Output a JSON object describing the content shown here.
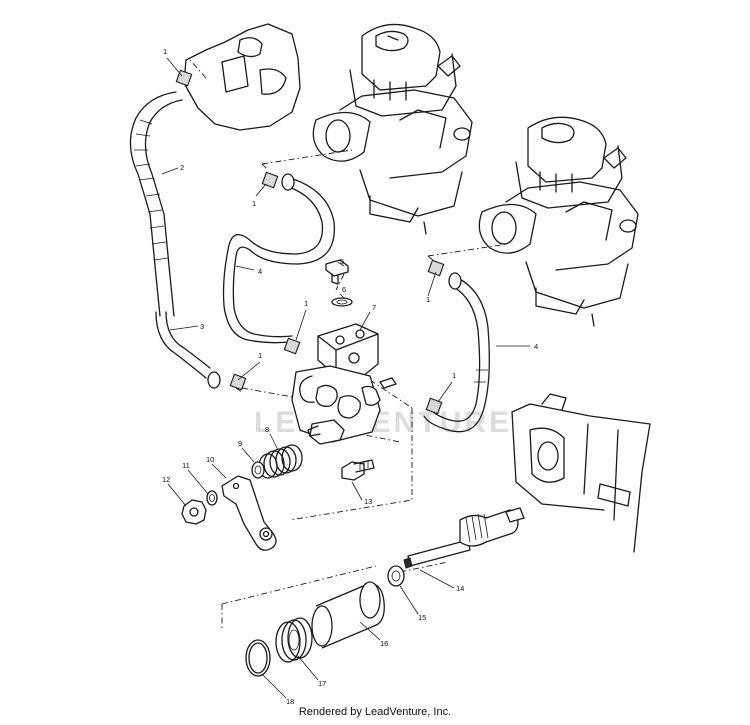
{
  "watermark": "LEADVENTURE",
  "footer": "Rendered by LeadVenture, Inc.",
  "callouts": [
    "1",
    "2",
    "1",
    "4",
    "5",
    "6",
    "7",
    "1",
    "3",
    "1",
    "8",
    "9",
    "10",
    "11",
    "12",
    "13",
    "1",
    "1",
    "4",
    "14",
    "15",
    "16",
    "17",
    "18"
  ]
}
